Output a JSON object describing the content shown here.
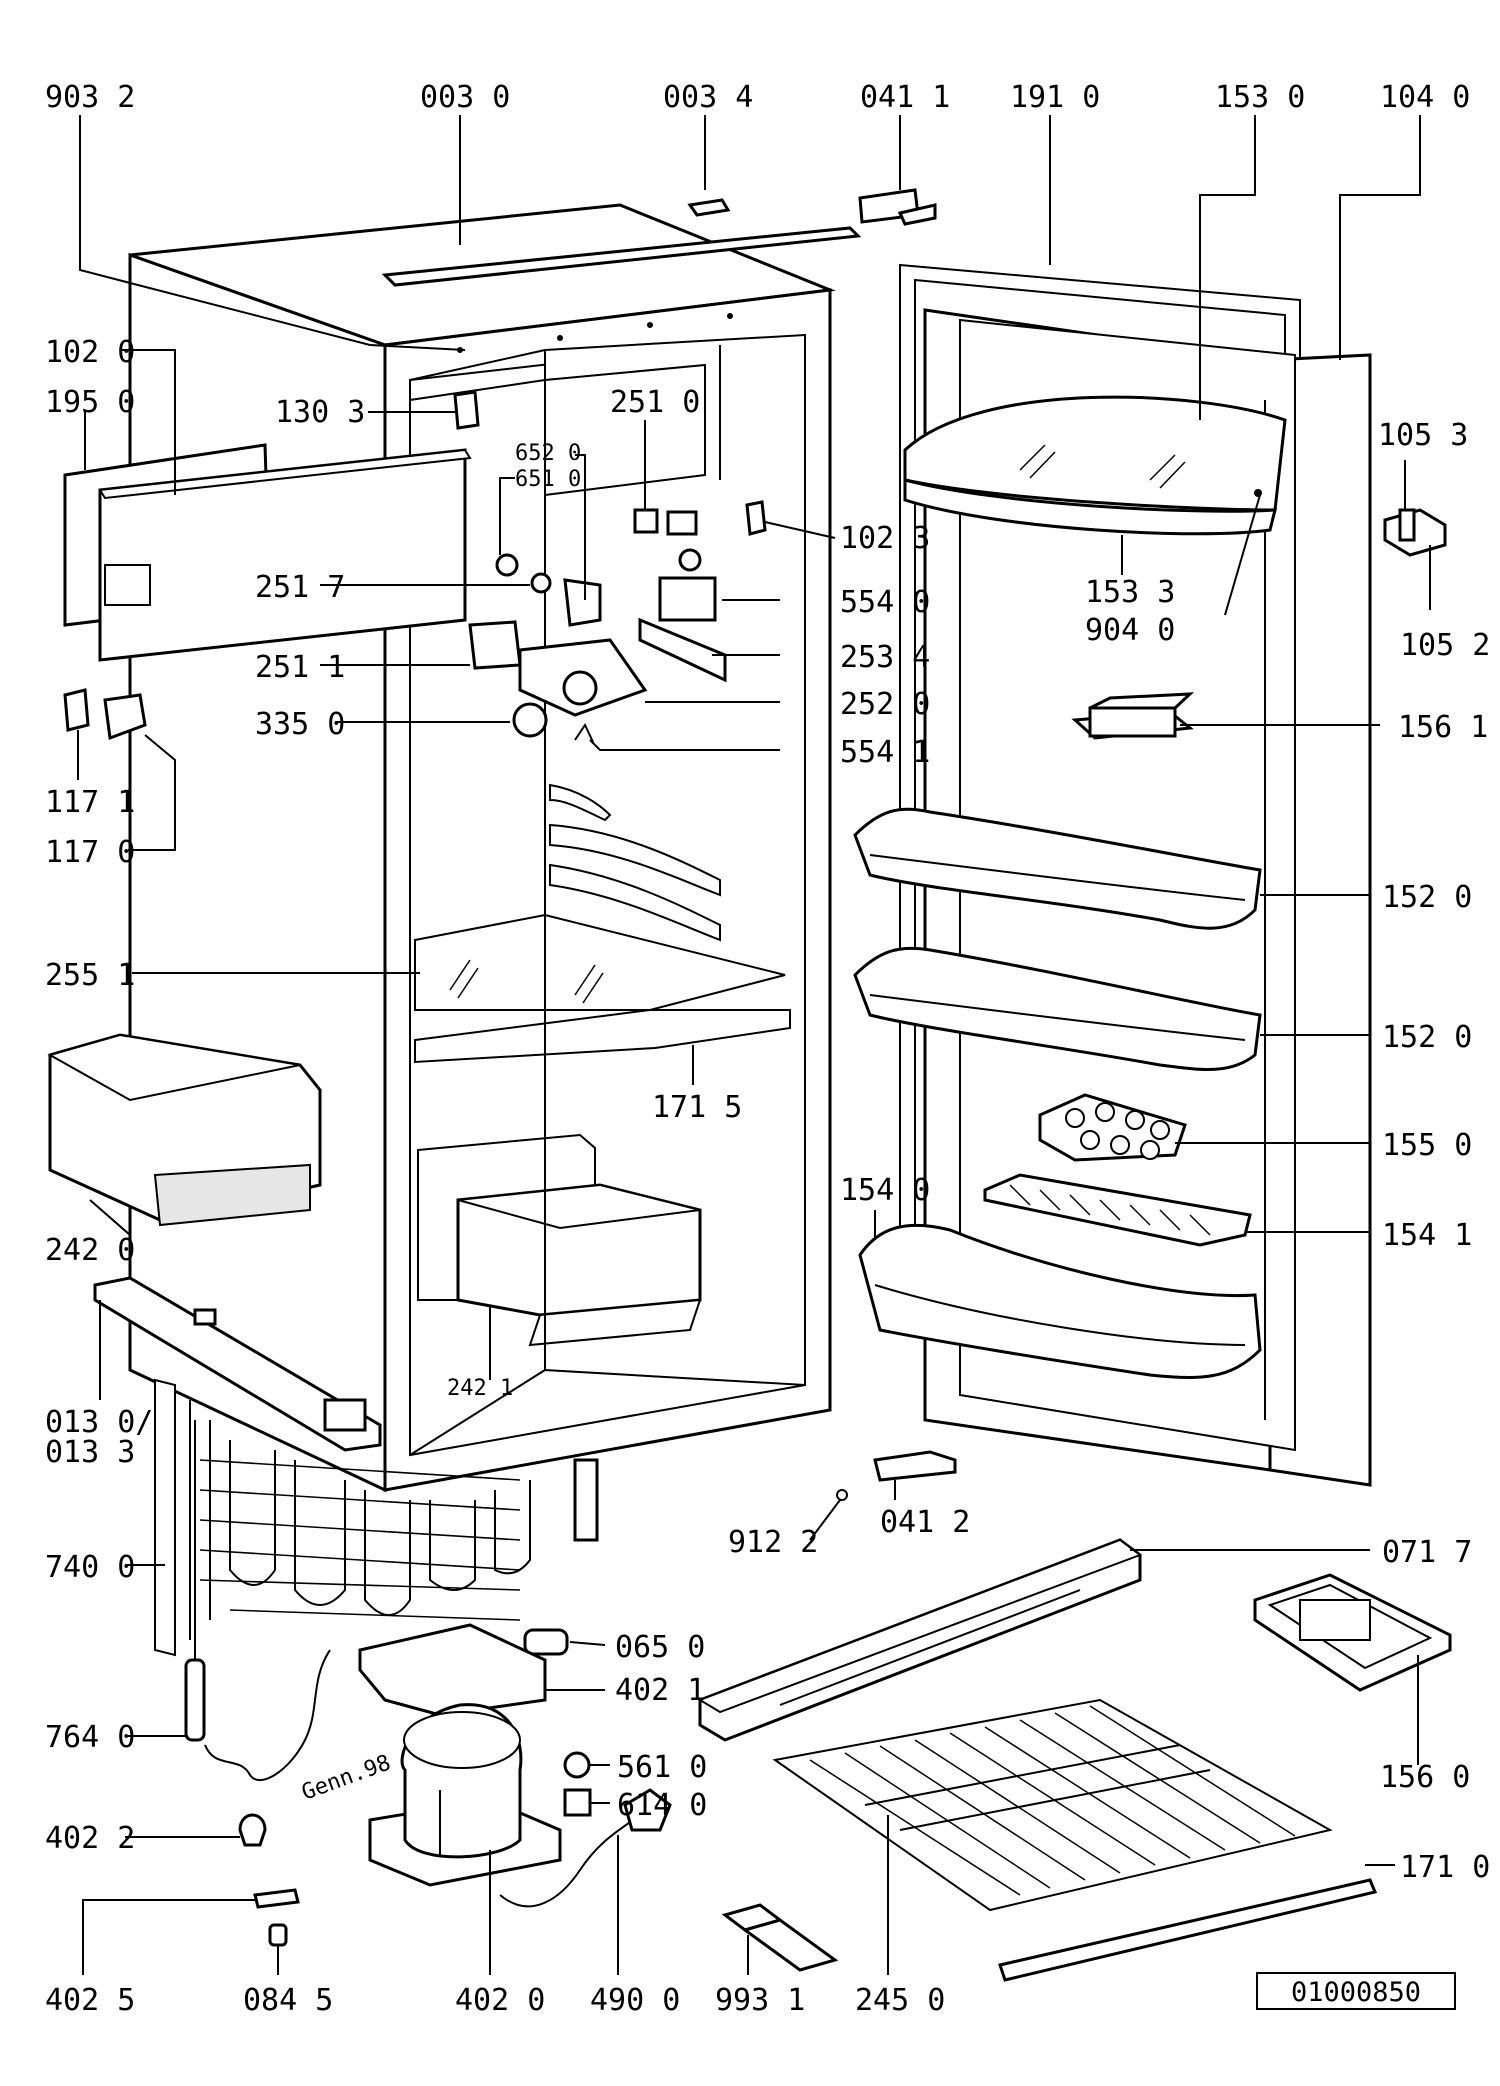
{
  "labels": {
    "l_903_2": "903 2",
    "l_003_0": "003 0",
    "l_003_4": "003 4",
    "l_041_1": "041 1",
    "l_191_0": "191 0",
    "l_153_0": "153 0",
    "l_104_0": "104 0",
    "l_102_0": "102 0",
    "l_195_0": "195 0",
    "l_130_3": "130 3",
    "l_251_0": "251 0",
    "l_652_0": "652 0",
    "l_651_0": "651 0",
    "l_105_3": "105 3",
    "l_102_3": "102 3",
    "l_251_7": "251 7",
    "l_554_0": "554 0",
    "l_153_3": "153 3",
    "l_904_0": "904 0",
    "l_105_2": "105 2",
    "l_251_1": "251 1",
    "l_253_4": "253 4",
    "l_252_0": "252 0",
    "l_335_0": "335 0",
    "l_554_1": "554 1",
    "l_156_1": "156 1",
    "l_117_1": "117 1",
    "l_117_0": "117 0",
    "l_152_0a": "152 0",
    "l_255_1": "255 1",
    "l_152_0b": "152 0",
    "l_171_5": "171 5",
    "l_155_0": "155 0",
    "l_154_0": "154 0",
    "l_154_1": "154 1",
    "l_242_0": "242 0",
    "l_242_1": "242 1",
    "l_013_0": "013 0/",
    "l_013_3": "013 3",
    "l_912_2": "912 2",
    "l_041_2": "041 2",
    "l_740_0": "740 0",
    "l_071_7": "071 7",
    "l_065_0": "065 0",
    "l_402_1": "402 1",
    "l_764_0": "764 0",
    "l_561_0": "561 0",
    "l_614_0": "614 0",
    "l_156_0": "156 0",
    "l_402_2": "402 2",
    "l_171_0": "171 0",
    "l_402_5": "402 5",
    "l_084_5": "084 5",
    "l_402_0": "402 0",
    "l_490_0": "490 0",
    "l_993_1": "993 1",
    "l_245_0": "245 0",
    "signature": "Genn.98"
  },
  "drawing_number": "01000850"
}
